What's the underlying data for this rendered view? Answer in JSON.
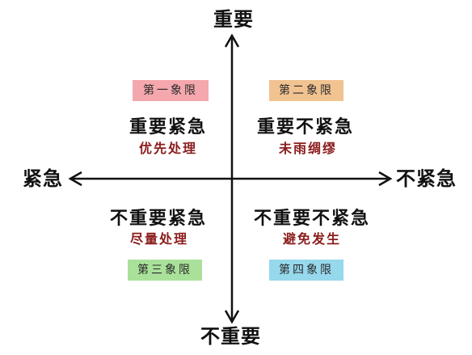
{
  "axes": {
    "top": "重要",
    "bottom": "不重要",
    "left": "紧急",
    "right": "不紧急"
  },
  "quadrants": [
    {
      "tag": "第一象限",
      "title": "重要紧急",
      "action": "优先处理",
      "tag_color": "#f4a7ad"
    },
    {
      "tag": "第二象限",
      "title": "重要不紧急",
      "action": "未雨绸缪",
      "tag_color": "#f1c391"
    },
    {
      "tag": "第三象限",
      "title": "不重要紧急",
      "action": "尽量处理",
      "tag_color": "#a9e19a"
    },
    {
      "tag": "第四象限",
      "title": "不重要不紧急",
      "action": "避免发生",
      "tag_color": "#96d8ec"
    }
  ]
}
